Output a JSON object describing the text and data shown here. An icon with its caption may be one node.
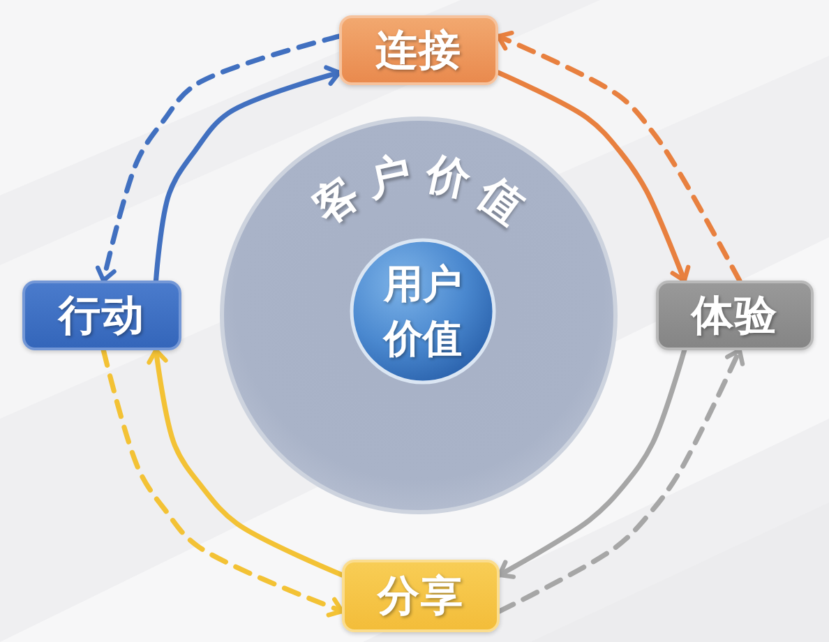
{
  "diagram": {
    "nodes": [
      {
        "text": [
          "连接"
        ]
      },
      {
        "text": [
          "客户价值"
        ]
      },
      {
        "text": [
          "用户价值"
        ],
        "in": 1
      },
      {
        "text": [
          "行动"
        ]
      },
      {
        "text": [
          "体验"
        ]
      },
      {
        "text": [
          "分享"
        ]
      }
    ],
    "edges": [
      {
        "from": 3,
        "to": 0,
        "arrow": "to",
        "color": "#4170c0"
      },
      {
        "from": 0,
        "to": 3,
        "arrow": "to",
        "style": "dashed",
        "color": "#4170c0"
      },
      {
        "from": 0,
        "to": 4,
        "arrow": "to",
        "color": "#e8803f"
      },
      {
        "from": 4,
        "to": 0,
        "arrow": "to",
        "style": "dashed",
        "color": "#e8803f"
      },
      {
        "from": 4,
        "to": 5,
        "arrow": "to",
        "color": "#a6a6a6"
      },
      {
        "from": 5,
        "to": 4,
        "arrow": "to",
        "style": "dashed",
        "color": "#a6a6a6"
      },
      {
        "from": 5,
        "to": 3,
        "arrow": "to",
        "color": "#f3c235"
      },
      {
        "from": 3,
        "to": 5,
        "arrow": "to",
        "style": "dashed",
        "color": "#f3c235"
      }
    ]
  }
}
